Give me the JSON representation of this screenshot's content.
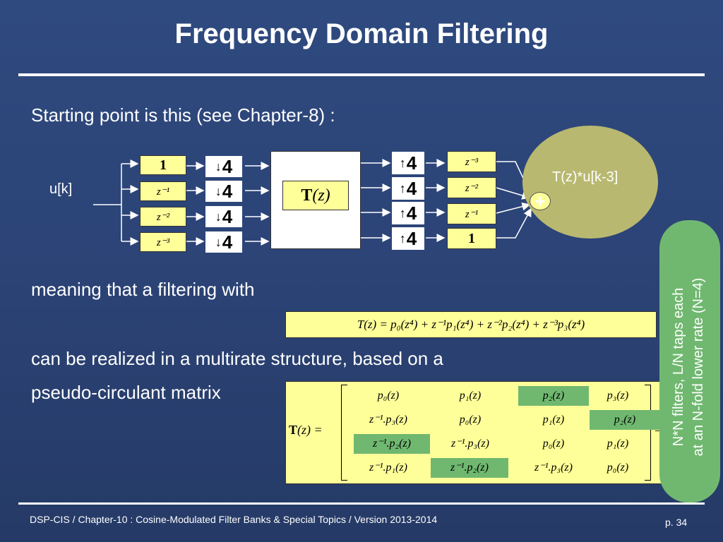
{
  "title": "Frequency Domain Filtering",
  "text": {
    "line1": "Starting point is this (see Chapter-8) :",
    "line2": "meaning that a filtering with",
    "line3": "can be realized in a multirate structure, based on a",
    "line4": "pseudo-circulant matrix"
  },
  "diagram": {
    "input_label": "u[k]",
    "output_label": "T(z)*u[k-3]",
    "adder_symbol": "+",
    "left_delays": [
      "1",
      "z⁻¹",
      "z⁻²",
      "z⁻³"
    ],
    "decimator": "4",
    "down_arrow": "↓",
    "up_arrow": "↑",
    "interpolator": "4",
    "right_delays": [
      "z⁻³",
      "z⁻²",
      "z⁻¹",
      "1"
    ],
    "block_T": "T",
    "block_arg": "(z)"
  },
  "formula": "T(z) = p₀(z⁴) + z⁻¹p₁(z⁴) + z⁻²p₂(z⁴) + z⁻³p₃(z⁴)",
  "matrix": {
    "lhs": "T(z) =",
    "lhs_bold": "T",
    "lhs_rest": "(z) =",
    "trailing": "=",
    "rows": [
      [
        "p₀(z)",
        "p₁(z)",
        "p₂(z)",
        "p₃(z)"
      ],
      [
        "z⁻¹.p₃(z)",
        "p₀(z)",
        "p₁(z)",
        "p₂(z)"
      ],
      [
        "z⁻¹.p₂(z)",
        "z⁻¹.p₃(z)",
        "p₀(z)",
        "p₁(z)"
      ],
      [
        "z⁻¹.p₁(z)",
        "z⁻¹.p₂(z)",
        "z⁻¹.p₃(z)",
        "p₀(z)"
      ]
    ],
    "highlight_color": "#70b870"
  },
  "side_note": {
    "line1": "N*N filters, L/N taps each",
    "line2": "at an N-fold lower rate  (N=4)"
  },
  "footer": {
    "left": "DSP-CIS  /  Chapter-10 : Cosine-Modulated Filter Banks & Special Topics  /  Version 2013-2014",
    "right": "p. 34"
  },
  "colors": {
    "background": "#2c4477",
    "yellow_box": "#ffff99",
    "ellipse": "#b8b870",
    "green": "#70b870"
  }
}
